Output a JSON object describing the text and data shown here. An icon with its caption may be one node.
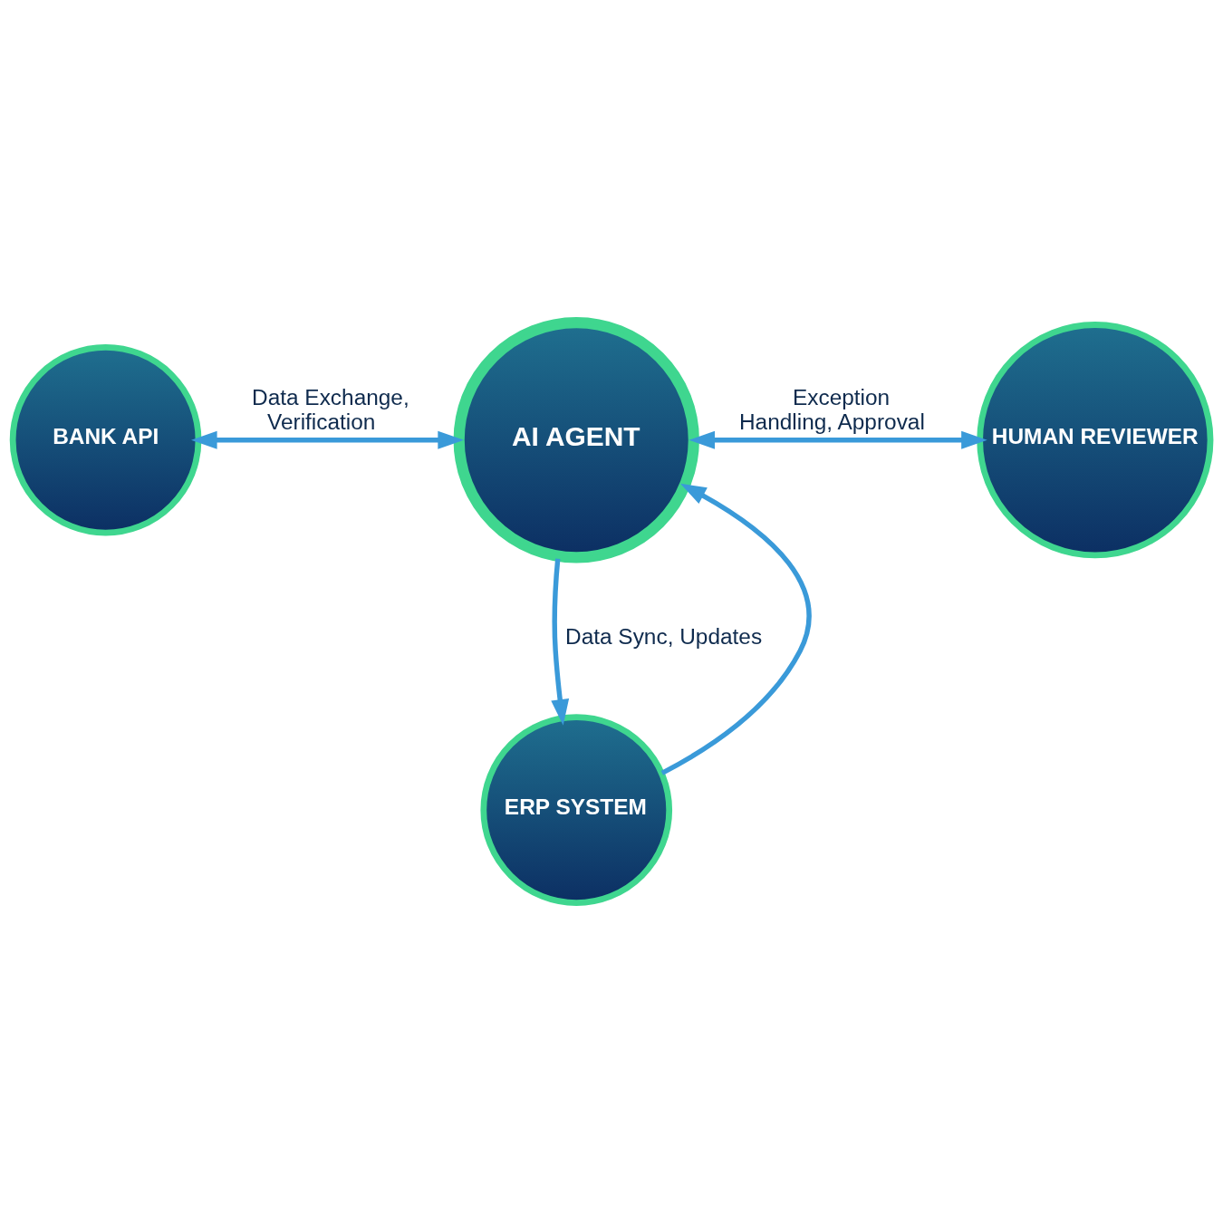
{
  "diagram": {
    "nodes": [
      {
        "text": [
          "AI AGENT"
        ]
      },
      {
        "text": [
          "BANK API"
        ]
      },
      {
        "text": [
          "HUMAN REVIEWER"
        ]
      },
      {
        "text": [
          "ERP SYSTEM"
        ]
      }
    ],
    "edges": [
      {
        "from": 1,
        "to": 0,
        "arrow": "both",
        "label": "Data Exchange, Verification"
      },
      {
        "from": 0,
        "to": 2,
        "arrow": "both",
        "label": "Exception Handling, Approval"
      },
      {
        "from": 3,
        "to": 0,
        "arrow": "to"
      },
      {
        "from": 0,
        "to": 3,
        "arrow": "to",
        "label": "Data Sync, Updates"
      }
    ]
  }
}
